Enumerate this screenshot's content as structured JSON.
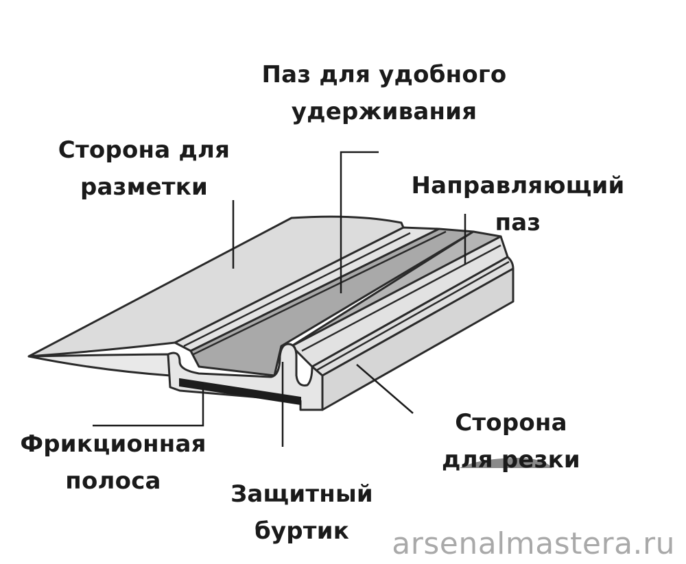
{
  "labels": {
    "grip_groove": [
      "Паз для удобного",
      "удерживания"
    ],
    "marking_side": [
      "Сторона для",
      "разметки"
    ],
    "guide_groove": [
      "Направляющий",
      "паз"
    ],
    "friction_strip": [
      "Фрикционная",
      "полоса"
    ],
    "protective_bead": [
      "Защитный",
      "буртик"
    ],
    "cutting_side": [
      "Сторона",
      "для резки"
    ]
  },
  "watermark": "arsenalmastera.ru",
  "colors": {
    "outline": "#2a2a2a",
    "body_fill": "#e3e3e3",
    "groove_fill": "#a9a9a9",
    "strip_fill": "#1c1c1c",
    "watermark": "#a9a9a9"
  }
}
